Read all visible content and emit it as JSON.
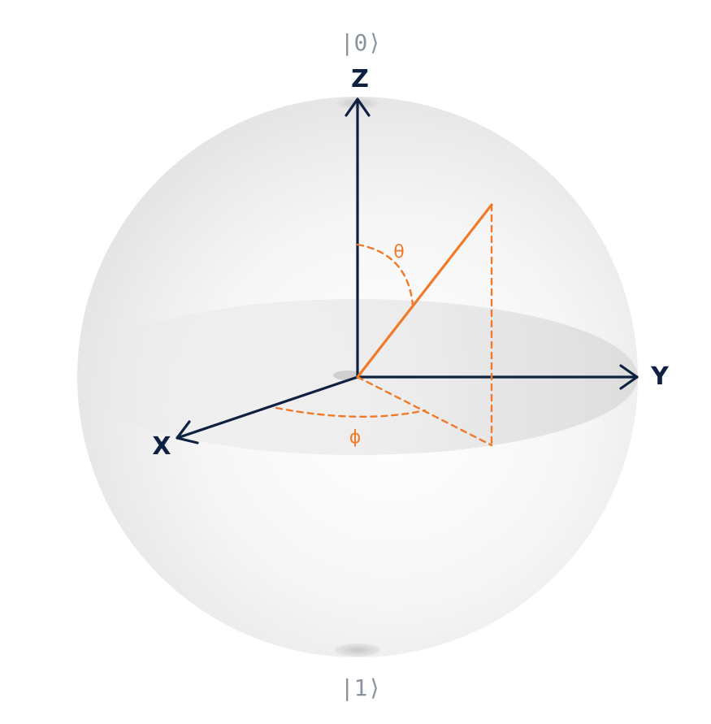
{
  "diagram": {
    "kets": {
      "top": "|0⟩",
      "bottom": "|1⟩"
    },
    "axes": {
      "z": "Z",
      "y": "Y",
      "x": "X"
    },
    "angles": {
      "theta": "θ",
      "phi": "ϕ"
    }
  },
  "colors": {
    "axis": "#0e2140",
    "vector": "#f07a2a",
    "ket": "#8a949c",
    "sphere_edge": "#d9d9d9"
  }
}
